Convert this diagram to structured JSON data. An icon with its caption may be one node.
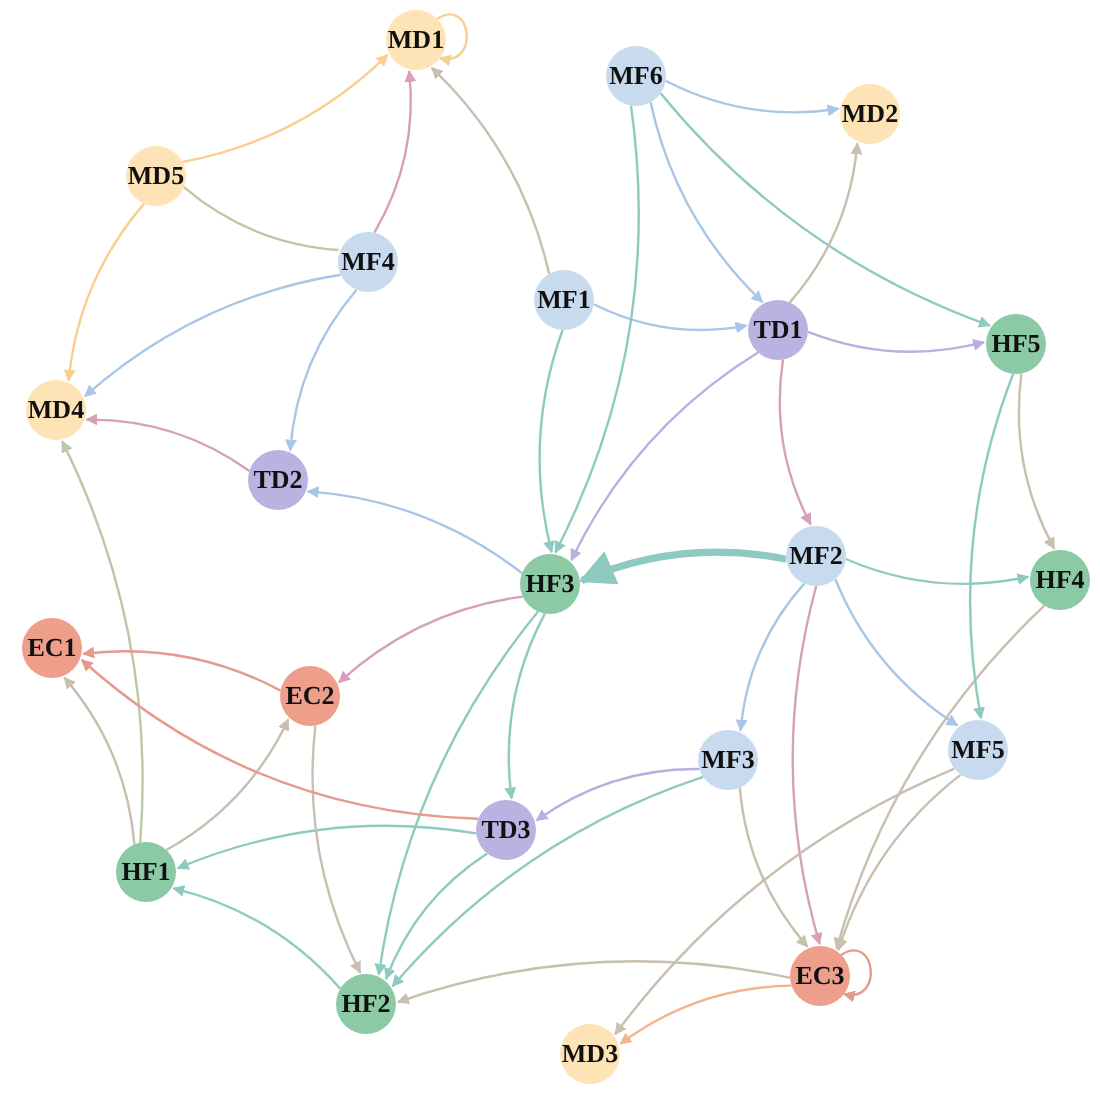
{
  "diagram": {
    "nodes": [
      {
        "text": [
          "MD1"
        ]
      },
      {
        "text": [
          "MF6"
        ]
      },
      {
        "text": [
          "MD2"
        ]
      },
      {
        "text": [
          "MD5"
        ]
      },
      {
        "text": [
          "MF4"
        ]
      },
      {
        "text": [
          "MF1"
        ]
      },
      {
        "text": [
          "TD1"
        ]
      },
      {
        "text": [
          "HF5"
        ]
      },
      {
        "text": [
          "MD4"
        ]
      },
      {
        "text": [
          "TD2"
        ]
      },
      {
        "text": [
          "HF3"
        ]
      },
      {
        "text": [
          "MF2"
        ]
      },
      {
        "text": [
          "HF4"
        ]
      },
      {
        "text": [
          "EC1"
        ]
      },
      {
        "text": [
          "EC2"
        ]
      },
      {
        "text": [
          "MF3"
        ]
      },
      {
        "text": [
          "MF5"
        ]
      },
      {
        "text": [
          "TD3"
        ]
      },
      {
        "text": [
          "HF1"
        ]
      },
      {
        "text": [
          "EC3"
        ]
      },
      {
        "text": [
          "HF2"
        ]
      },
      {
        "text": [
          "MD3"
        ]
      }
    ],
    "edges": [
      {
        "from": 3,
        "to": 0,
        "arrow": "to",
        "color": "#f8cf8e"
      },
      {
        "from": 3,
        "to": 8,
        "arrow": "to",
        "color": "#f8cf8e"
      },
      {
        "from": 3,
        "to": 4,
        "arrow": "none",
        "color": "#b9c9a6"
      },
      {
        "from": 0,
        "to": 0,
        "arrow": "to",
        "color": "#f8cf8e"
      },
      {
        "from": 19,
        "to": 19,
        "arrow": "to",
        "color": "#e59a8c"
      },
      {
        "from": 4,
        "to": 8,
        "arrow": "to",
        "color": "#a9c6e6"
      },
      {
        "from": 4,
        "to": 9,
        "arrow": "to",
        "color": "#a9c6e6"
      },
      {
        "from": 1,
        "to": 2,
        "arrow": "to",
        "color": "#a9c6e6"
      },
      {
        "from": 1,
        "to": 7,
        "arrow": "to",
        "color": "#8fcac0"
      },
      {
        "from": 6,
        "to": 7,
        "arrow": "to",
        "color": "#b7b0e0"
      },
      {
        "from": 5,
        "to": 6,
        "arrow": "to",
        "color": "#a9c6e6"
      },
      {
        "from": 5,
        "to": 10,
        "arrow": "to",
        "color": "#8fcac0"
      },
      {
        "from": 6,
        "to": 10,
        "arrow": "to",
        "color": "#b7b0e0"
      },
      {
        "from": 11,
        "to": 12,
        "arrow": "to",
        "color": "#8fcac0"
      },
      {
        "from": 11,
        "to": 16,
        "arrow": "to",
        "color": "#a9c6e6"
      },
      {
        "from": 11,
        "to": 15,
        "arrow": "to",
        "color": "#a9c6e6"
      },
      {
        "from": 11,
        "to": 19,
        "arrow": "to",
        "color": "#d6a0b8"
      },
      {
        "from": 16,
        "to": 19,
        "arrow": "to",
        "color": "#c8bfae"
      },
      {
        "from": 12,
        "to": 19,
        "arrow": "to",
        "color": "#c8bfae"
      },
      {
        "from": 15,
        "to": 19,
        "arrow": "to",
        "color": "#c8bfae"
      },
      {
        "from": 16,
        "to": 21,
        "arrow": "to",
        "color": "#c8bfae"
      },
      {
        "from": 19,
        "to": 21,
        "arrow": "to",
        "color": "#f3b58f"
      },
      {
        "from": 10,
        "to": 14,
        "arrow": "to",
        "color": "#d6a0b8"
      },
      {
        "from": 10,
        "to": 17,
        "arrow": "to",
        "color": "#8fcac0"
      },
      {
        "from": 17,
        "to": 20,
        "arrow": "to",
        "color": "#8fcac0"
      },
      {
        "from": 17,
        "to": 18,
        "arrow": "to",
        "color": "#8fcac0"
      },
      {
        "from": 18,
        "to": 14,
        "arrow": "to",
        "color": "#c8bfae"
      },
      {
        "from": 18,
        "to": 13,
        "arrow": "to",
        "color": "#c8bfae"
      },
      {
        "from": 18,
        "to": 8,
        "arrow": "to",
        "color": "#b9c9a6"
      },
      {
        "from": 20,
        "to": 18,
        "arrow": "to",
        "color": "#8fcac0"
      },
      {
        "from": 14,
        "to": 13,
        "arrow": "to",
        "color": "#e59a8c"
      },
      {
        "from": 9,
        "to": 8,
        "arrow": "to",
        "color": "#d6a0b8"
      },
      {
        "from": 10,
        "to": 9,
        "arrow": "to",
        "color": "#a9c6e6"
      },
      {
        "from": 5,
        "to": 0,
        "arrow": "to",
        "color": "#c8bfae"
      },
      {
        "from": 4,
        "to": 0,
        "arrow": "to",
        "color": "#d6a0b8"
      },
      {
        "from": 6,
        "to": 2,
        "arrow": "to",
        "color": "#c8bfae"
      },
      {
        "from": 7,
        "to": 12,
        "arrow": "to",
        "color": "#c8bfae"
      },
      {
        "from": 15,
        "to": 20,
        "arrow": "to",
        "color": "#8fcac0"
      },
      {
        "from": 11,
        "to": 10,
        "arrow": "to",
        "color": "#8fcac0",
        "style": "thick"
      },
      {
        "from": 10,
        "to": 20,
        "arrow": "to",
        "color": "#8fcac0"
      },
      {
        "from": 15,
        "to": 17,
        "arrow": "to",
        "color": "#b7b0e0"
      },
      {
        "from": 14,
        "to": 20,
        "arrow": "to",
        "color": "#c8bfae"
      },
      {
        "from": 7,
        "to": 16,
        "arrow": "to",
        "color": "#8fcac0"
      },
      {
        "from": 6,
        "to": 11,
        "arrow": "to",
        "color": "#d6a0b8"
      },
      {
        "from": 19,
        "to": 20,
        "arrow": "to",
        "color": "#c8bfae"
      },
      {
        "from": 1,
        "to": 6,
        "arrow": "to",
        "color": "#a9c6e6"
      },
      {
        "from": 1,
        "to": 10,
        "arrow": "to",
        "color": "#8fcac0"
      },
      {
        "from": 17,
        "to": 13,
        "arrow": "to",
        "color": "#e59a8c"
      }
    ]
  }
}
